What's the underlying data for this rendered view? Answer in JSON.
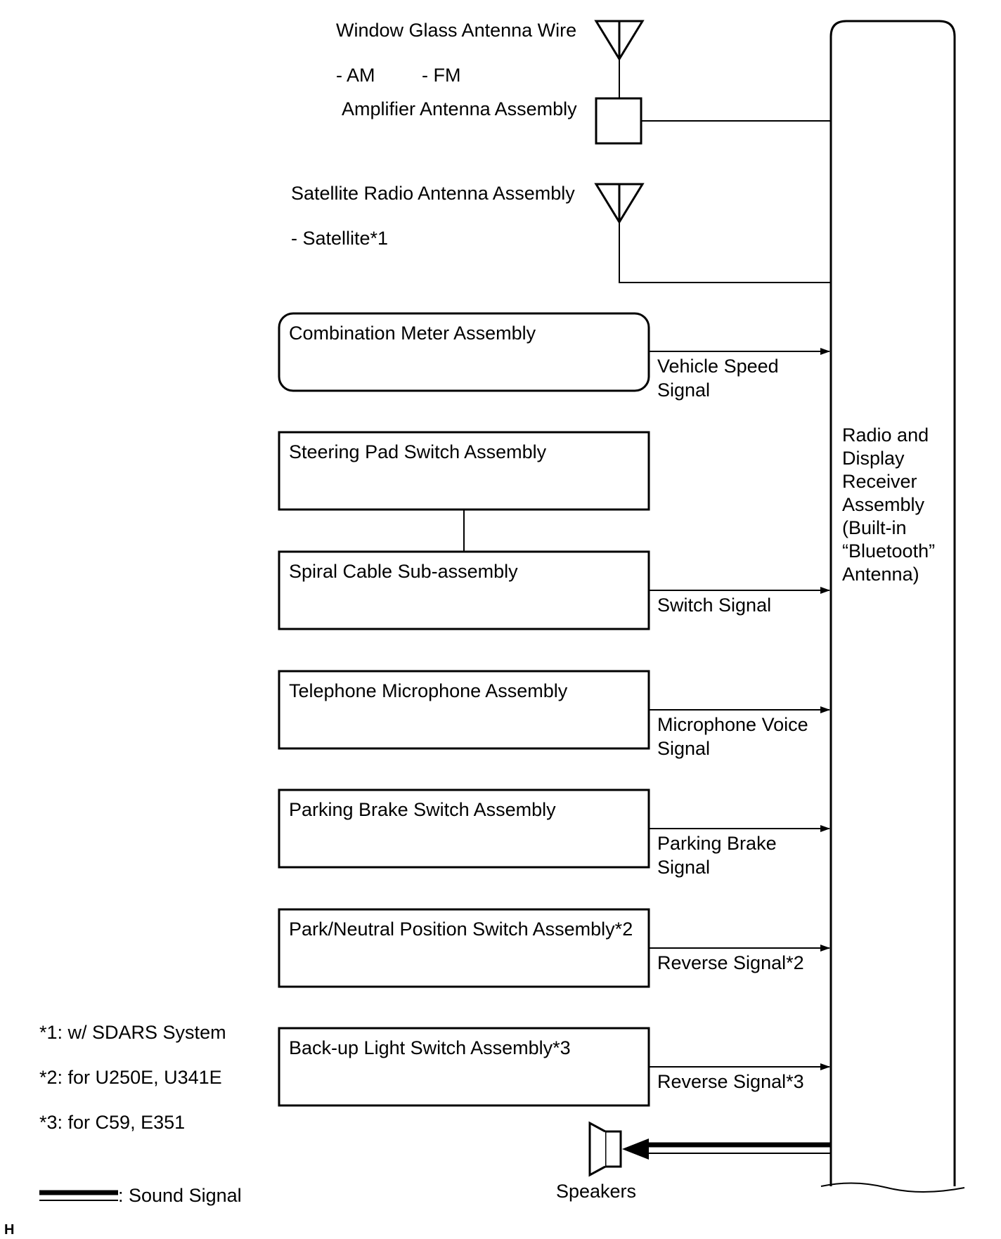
{
  "antennas": {
    "window_glass_label": "Window Glass Antenna Wire",
    "am_label": "- AM",
    "fm_label": "- FM",
    "amplifier_label": "Amplifier Antenna Assembly",
    "satellite_antenna_label": "Satellite Radio Antenna Assembly",
    "satellite_label": "- Satellite*1"
  },
  "components": [
    {
      "label": "Combination Meter Assembly",
      "signal": [
        "Vehicle Speed",
        "Signal"
      ]
    },
    {
      "label": "Steering Pad Switch Assembly",
      "signal": []
    },
    {
      "label": "Spiral Cable Sub-assembly",
      "signal": [
        "Switch Signal"
      ]
    },
    {
      "label": "Telephone Microphone Assembly",
      "signal": [
        "Microphone Voice",
        "Signal"
      ]
    },
    {
      "label": "Parking Brake Switch Assembly",
      "signal": [
        "Parking Brake",
        "Signal"
      ]
    },
    {
      "label": "Park/Neutral Position Switch Assembly*2",
      "signal": [
        "Reverse Signal*2"
      ]
    },
    {
      "label": "Back-up Light Switch Assembly*3",
      "signal": [
        "Reverse Signal*3"
      ]
    }
  ],
  "receiver": {
    "lines": [
      "Radio and",
      "Display",
      "Receiver",
      "Assembly",
      "(Built-in",
      "“Bluetooth”",
      "Antenna)"
    ]
  },
  "speakers_label": "Speakers",
  "notes": [
    "*1: w/ SDARS System",
    "*2: for U250E, U341E",
    "*3: for C59, E351"
  ],
  "legend": {
    "sound_signal": ": Sound Signal"
  },
  "corner_mark": "H"
}
